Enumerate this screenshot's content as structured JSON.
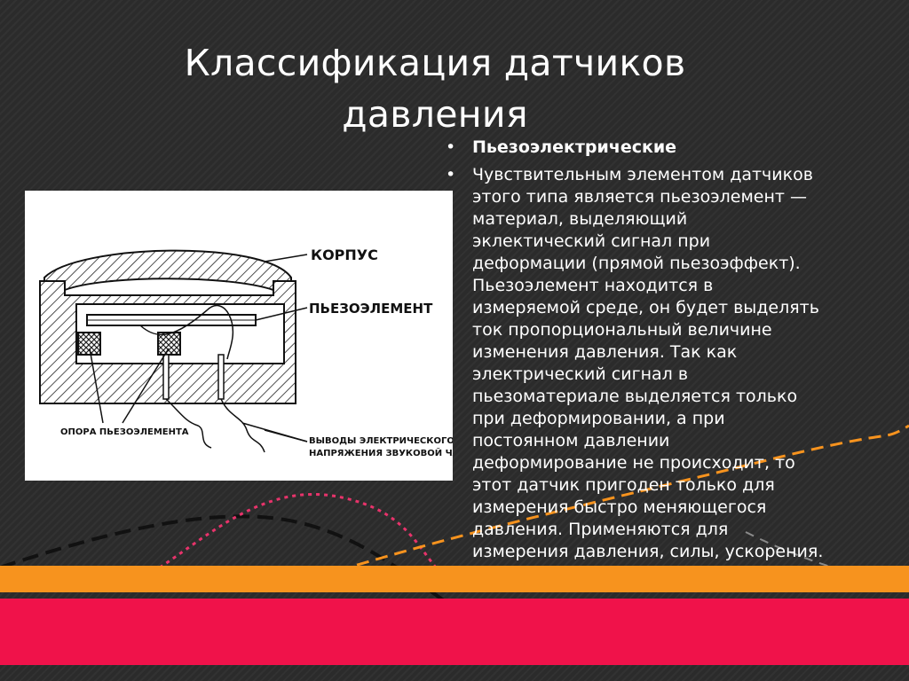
{
  "slide": {
    "title_line1": "Классификация датчиков",
    "title_line2": "давления"
  },
  "bullets": [
    {
      "marker": "•",
      "text": "Пьезоэлектрические"
    },
    {
      "marker": "•",
      "lines": [
        "Чувствительным элементом датчиков",
        "этого типа является пьезоэлемент —",
        "материал, выделяющий",
        "эклектический сигнал при",
        "деформации (прямой пьезоэффект).",
        "Пьезоэлемент находится в",
        "измеряемой среде, он будет выделять",
        "ток пропорциональный величине",
        "изменения давления. Так как",
        "электрический сигнал в",
        "пьезоматериале выделяется только",
        "при деформировании, а при",
        "постоянном давлении",
        "деформирование не происходит, то",
        "этот датчик пригоден только для",
        "измерения быстро меняющегося",
        "давления. Применяются для",
        "измерения давления, силы, ускорения."
      ]
    }
  ],
  "diagram": {
    "label_housing": "КОРПУС",
    "label_piezo": "ПЬЕЗОЭЛЕМЕНТ",
    "label_support": "ОПОРА ПЬЕЗОЭЛЕМЕНТА",
    "label_leads_1": "ВЫВОДЫ ЭЛЕКТРИЧЕСКОГО",
    "label_leads_2": "НАПРЯЖЕНИЯ ЗВУКОВОЙ ЧАСТОТЫ"
  },
  "colors": {
    "background": "#2b2b2b",
    "orange_band": "#f7931e",
    "red_band": "#f0124a",
    "text": "#ffffff"
  }
}
